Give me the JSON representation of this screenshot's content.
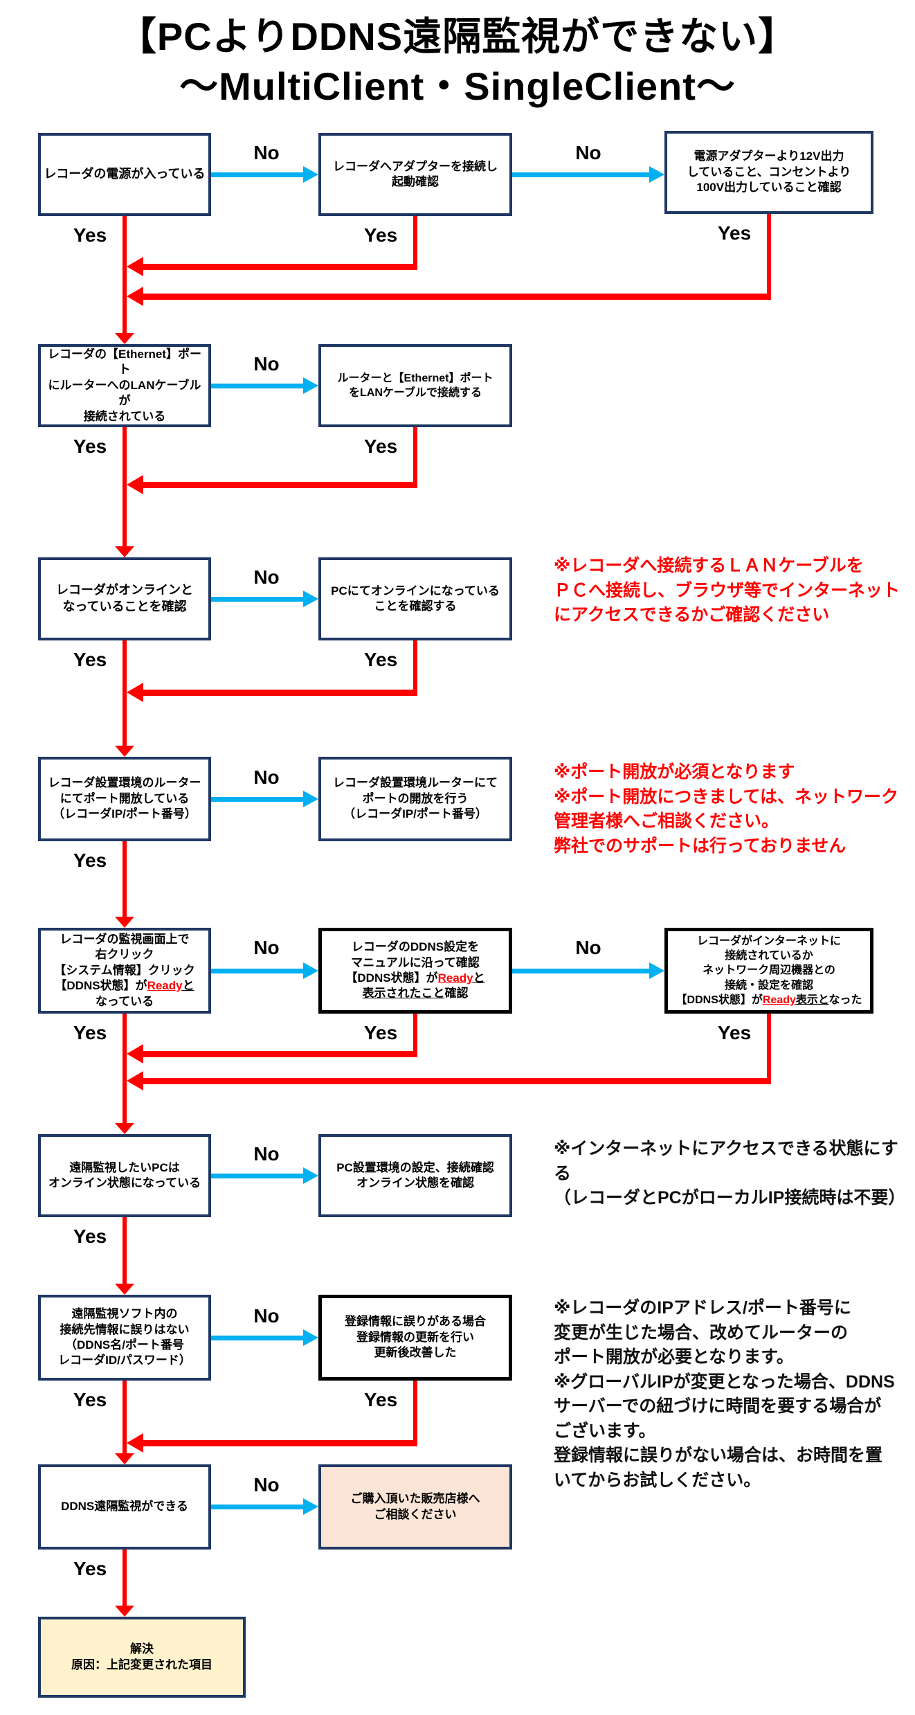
{
  "title": {
    "line1": "【PCよりDDNS遠隔監視ができない】",
    "line2": "～MultiClient・SingleClient～"
  },
  "labels": {
    "yes": "Yes",
    "no": "No"
  },
  "colors": {
    "box_border_navy": "#1F3864",
    "box_border_black": "#000000",
    "arrow_red": "#FF0000",
    "arrow_cyan": "#00B0F0",
    "note_red": "#FF0000",
    "note_black": "#111111",
    "fill_peach": "#FBE5D6",
    "fill_yellow": "#FFF2CC"
  },
  "boxes": {
    "a1": {
      "text": "レコーダの電源が入っている"
    },
    "a2": {
      "text": "レコーダへアダプターを接続し\n起動確認"
    },
    "a3": {
      "text": "電源アダプターより12V出力\nしていること、コンセントより\n100V出力していること確認"
    },
    "b1": {
      "text": "レコーダの【Ethernet】ポート\nにルーターへのLANケーブルが\n接続されている"
    },
    "b2": {
      "text": "ルーターと【Ethernet】ポート\nをLANケーブルで接続する"
    },
    "c1": {
      "text": "レコーダがオンラインと\nなっていることを確認"
    },
    "c2": {
      "text": "PCにてオンラインになっている\nことを確認する"
    },
    "d1": {
      "text": "レコーダ設置環境のルーター\nにてポート開放している\n（レコーダIP/ポート番号）"
    },
    "d2": {
      "text": "レコーダ設置環境ルーターにて\nポートの開放を行う\n（レコーダIP/ポート番号）"
    },
    "e1": {
      "segments": [
        {
          "t": "レコーダの監視画面上で\n右クリック\n【システム情報】クリック\n【DDNS状態】が"
        },
        {
          "t": "Ready",
          "c": "ready"
        },
        {
          "t": "と",
          "c": "u"
        },
        {
          "t": "\nなっている"
        }
      ]
    },
    "e2": {
      "segments": [
        {
          "t": "レコーダのDDNS設定を\nマニュアルに沿って確認\n【DDNS状態】が"
        },
        {
          "t": "Ready",
          "c": "ready"
        },
        {
          "t": "と\n表示されたこと",
          "c": "u"
        },
        {
          "t": "確認"
        }
      ]
    },
    "e3": {
      "segments": [
        {
          "t": "レコーダがインターネットに\n接続されているか\nネットワーク周辺機器との\n接続・設定を確認\n【DDNS状態】が"
        },
        {
          "t": "Ready",
          "c": "ready"
        },
        {
          "t": "表示と",
          "c": "u"
        },
        {
          "t": "なった"
        }
      ]
    },
    "f1": {
      "text": "遠隔監視したいPCは\nオンライン状態になっている"
    },
    "f2": {
      "text": "PC設置環境の設定、接続確認\nオンライン状態を確認"
    },
    "g1": {
      "text": "遠隔監視ソフト内の\n接続先情報に誤りはない\n（DDNS名/ポート番号\nレコーダID/パスワード）"
    },
    "g2": {
      "text": "登録情報に誤りがある場合\n登録情報の更新を行い\n更新後改善した"
    },
    "h1": {
      "text": "DDNS遠隔監視ができる"
    },
    "h2": {
      "text": "ご購入頂いた販売店様へ\nご相談ください"
    },
    "solved": {
      "text": "解決\n原因：上記変更された項目"
    }
  },
  "notes": {
    "lan": "※レコーダへ接続するＬＡＮケーブルを\nＰＣへ接続し、ブラウザ等でインターネット\nにアクセスできるかご確認ください",
    "port": "※ポート開放が必須となります\n※ポート開放につきましては、ネットワーク\n管理者様へご相談ください。\n弊社でのサポートは行っておりません",
    "internet": "※インターネットにアクセスできる状態にする\n（レコーダとPCがローカルIP接続時は不要）",
    "ip": "※レコーダのIPアドレス/ポート番号に\n変更が生じた場合、改めてルーターの\nポート開放が必要となります。\n※グローバルIPが変更となった場合、DDNS\nサーバーでの紐づけに時間を要する場合が\nございます。\n登録情報に誤りがない場合は、お時間を置\nいてからお試しください。"
  }
}
